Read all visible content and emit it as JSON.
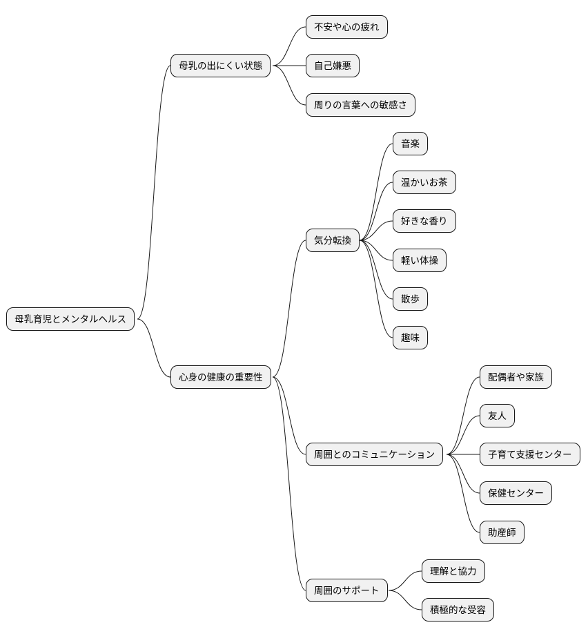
{
  "mindmap": {
    "root": "母乳育児とメンタルヘルス",
    "branches": [
      {
        "label": "母乳の出にくい状態",
        "children": [
          "不安や心の疲れ",
          "自己嫌悪",
          "周りの言葉への敏感さ"
        ]
      },
      {
        "label": "心身の健康の重要性",
        "groups": [
          {
            "label": "気分転換",
            "children": [
              "音楽",
              "温かいお茶",
              "好きな香り",
              "軽い体操",
              "散歩",
              "趣味"
            ]
          },
          {
            "label": "周囲とのコミュニケーション",
            "children": [
              "配偶者や家族",
              "友人",
              "子育て支援センター",
              "保健センター",
              "助産師"
            ]
          },
          {
            "label": "周囲のサポート",
            "children": [
              "理解と協力",
              "積極的な受容"
            ]
          }
        ]
      }
    ]
  },
  "colors": {
    "node_fill": "#f1f1f1",
    "node_border": "#181818",
    "edge": "#181818",
    "text": "#000000",
    "background": "#ffffff"
  }
}
